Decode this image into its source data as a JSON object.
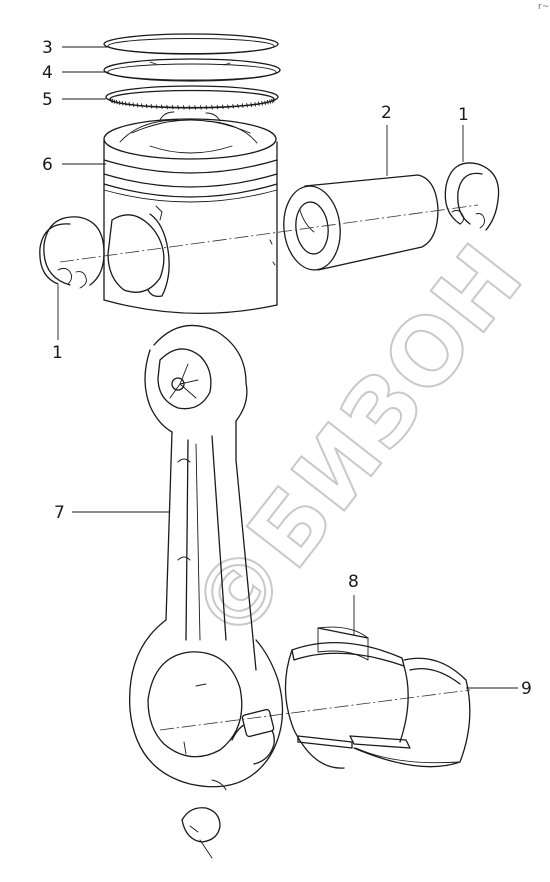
{
  "callouts": [
    {
      "id": "snap-ring-left",
      "label": "1"
    },
    {
      "id": "snap-ring-right",
      "label": "1"
    },
    {
      "id": "piston-pin",
      "label": "2"
    },
    {
      "id": "top-ring",
      "label": "3"
    },
    {
      "id": "second-ring",
      "label": "4"
    },
    {
      "id": "oil-ring",
      "label": "5"
    },
    {
      "id": "piston",
      "label": "6"
    },
    {
      "id": "connecting-rod",
      "label": "7"
    },
    {
      "id": "bearing-shell-upper",
      "label": "8"
    },
    {
      "id": "bearing-shell-lower",
      "label": "9"
    }
  ],
  "watermark": {
    "text": "©БИЗОН"
  },
  "corner_mark": {
    "text": "r~"
  }
}
